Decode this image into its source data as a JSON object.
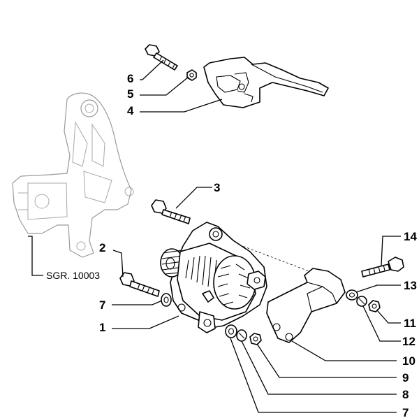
{
  "reference": "SGR. 10003",
  "callouts": {
    "c1": "1",
    "c2": "2",
    "c3": "3",
    "c4": "4",
    "c5": "5",
    "c6": "6",
    "c7a": "7",
    "c7b": "7",
    "c8": "8",
    "c9": "9",
    "c10": "10",
    "c11": "11",
    "c12": "12",
    "c13": "13",
    "c14": "14"
  }
}
